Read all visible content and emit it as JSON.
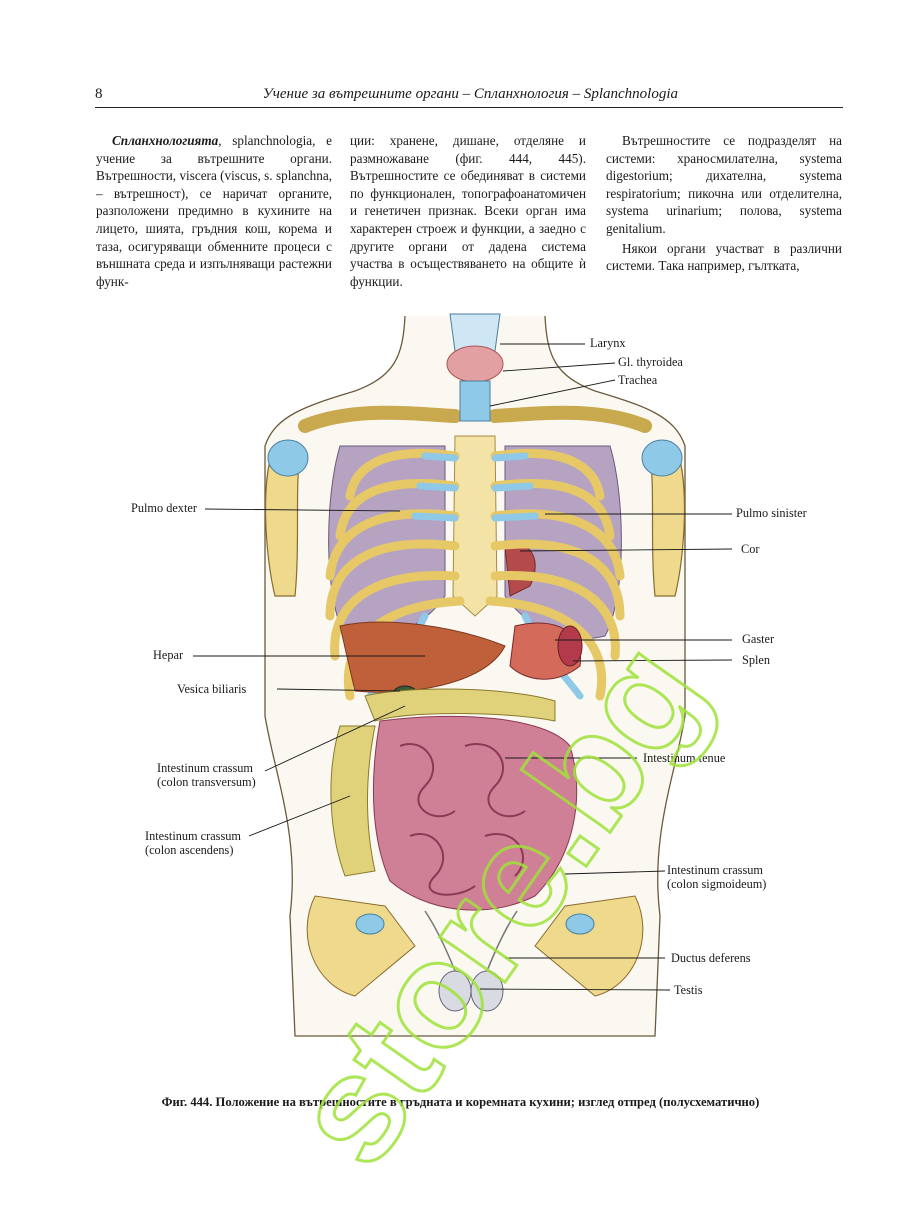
{
  "header": {
    "page_number": "8",
    "running_title": "Учение за вътрешните органи – Спланхнология – Splanchnologia"
  },
  "columns": {
    "col1": {
      "lead_bold": "Спланхнологията",
      "text": ", splanchnologia, е учение за вътрешните органи. Вътрешности, viscera (viscus, s. splanchna, – вътрешност), се наричат органите, разположени предимно в кухините на лицето, шията, гръдния кош, корема и таза, осигуряващи обменните процеси с външната среда и изпълняващи растежни функ-"
    },
    "col2": {
      "text": "ции: хранене, дишане, отделяне и размножаване (фиг. 444, 445). Вътрешностите се обединяват в системи по функционален, топографоанатомичен и генетичен признак. Всеки орган има характерен строеж и функции, а заедно с другите органи от дадена система участва в осъществяването на общите ѝ функции."
    },
    "col3": {
      "p1": "Вътрешностите се подразделят на системи: храносмилателна, systema digestorium; дихателна, systema respiratorium; пикочна или отделителна, systema urinarium; полова, systema genitalium.",
      "p2": "Някои органи участват в различни системи. Така например, гълтката,"
    }
  },
  "figure": {
    "labels": {
      "larynx": "Larynx",
      "thyroid": "Gl. thyroidea",
      "trachea": "Trachea",
      "pulmo_dexter": "Pulmo dexter",
      "pulmo_sinister": "Pulmo sinister",
      "cor": "Cor",
      "gaster": "Gaster",
      "splen": "Splen",
      "hepar": "Hepar",
      "vesica": "Vesica biliaris",
      "colon_transversum_1": "Intestinum crassum",
      "colon_transversum_2": "(colon transversum)",
      "intestinum_tenue": "Intestinum tenue",
      "colon_ascendens_1": "Intestinum crassum",
      "colon_ascendens_2": "(colon ascendens)",
      "colon_sigmoideum_1": "Intestinum crassum",
      "colon_sigmoideum_2": "(colon sigmoideum)",
      "ductus": "Ductus deferens",
      "testis": "Testis"
    },
    "caption": "Фиг. 444. Положение на вътрешностите в гръдната и коремната кухини; изглед отпред (полусхематично)"
  },
  "watermark": {
    "text": "store.bg",
    "color": "#9fe23a"
  },
  "colors": {
    "bone": "#efd98c",
    "cartilage": "#8fc9e8",
    "lung": "#b6a3c2",
    "small_intestine": "#cf7f96",
    "colon": "#dfd27a",
    "liver": "#c0603a"
  }
}
